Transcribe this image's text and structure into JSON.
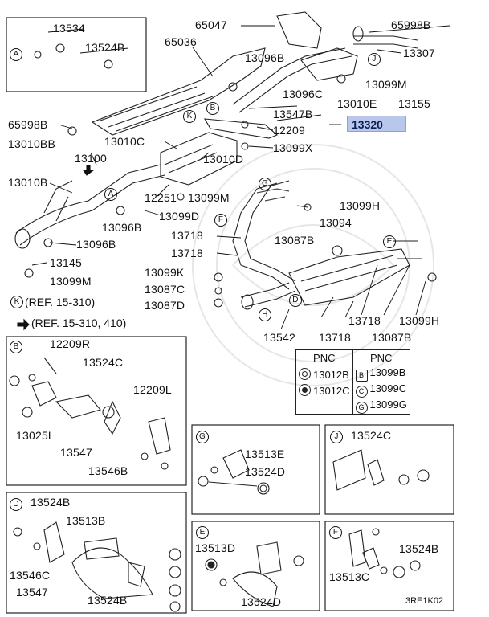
{
  "diagram": {
    "labels": [
      "13534",
      "13524B",
      "65047",
      "65998B",
      "65036",
      "13096B",
      "13307",
      "13099M",
      "13096C",
      "13010E",
      "13155",
      "13547B",
      "12209",
      "13099X",
      "65998B",
      "13010BB",
      "13100",
      "13010C",
      "13010D",
      "13010B",
      "12251",
      "13099M",
      "13099H",
      "13099D",
      "13094",
      "13096B",
      "13718",
      "13087B",
      "13096B",
      "13718",
      "13145",
      "13099K",
      "13099M",
      "13087C",
      "13087D",
      "13542",
      "13718",
      "13087B",
      "13099H",
      "13718",
      "12209R",
      "13524C",
      "12209L",
      "13025L",
      "13547",
      "13546B",
      "13513E",
      "13524D",
      "13524C",
      "13524B",
      "13513B",
      "13546C",
      "13547",
      "13524B",
      "13513D",
      "13524D",
      "13513C",
      "13524B"
    ],
    "highlight": "13320",
    "callouts": [
      "A",
      "B",
      "C",
      "D",
      "E",
      "F",
      "G",
      "H",
      "J",
      "K"
    ],
    "refs": [
      "(REF. 15-310)",
      "(REF. 15-310, 410)"
    ],
    "footer_code": "3RE1K02"
  },
  "pnc_table": {
    "header": "PNC",
    "left": [
      {
        "symbol": "ring",
        "value": "13012B"
      },
      {
        "symbol": "dot",
        "value": "13012C"
      }
    ],
    "right": [
      {
        "symbol": "B",
        "value": "13099B"
      },
      {
        "symbol": "C",
        "value": "13099C"
      },
      {
        "symbol": "G",
        "value": "13099G"
      }
    ]
  }
}
